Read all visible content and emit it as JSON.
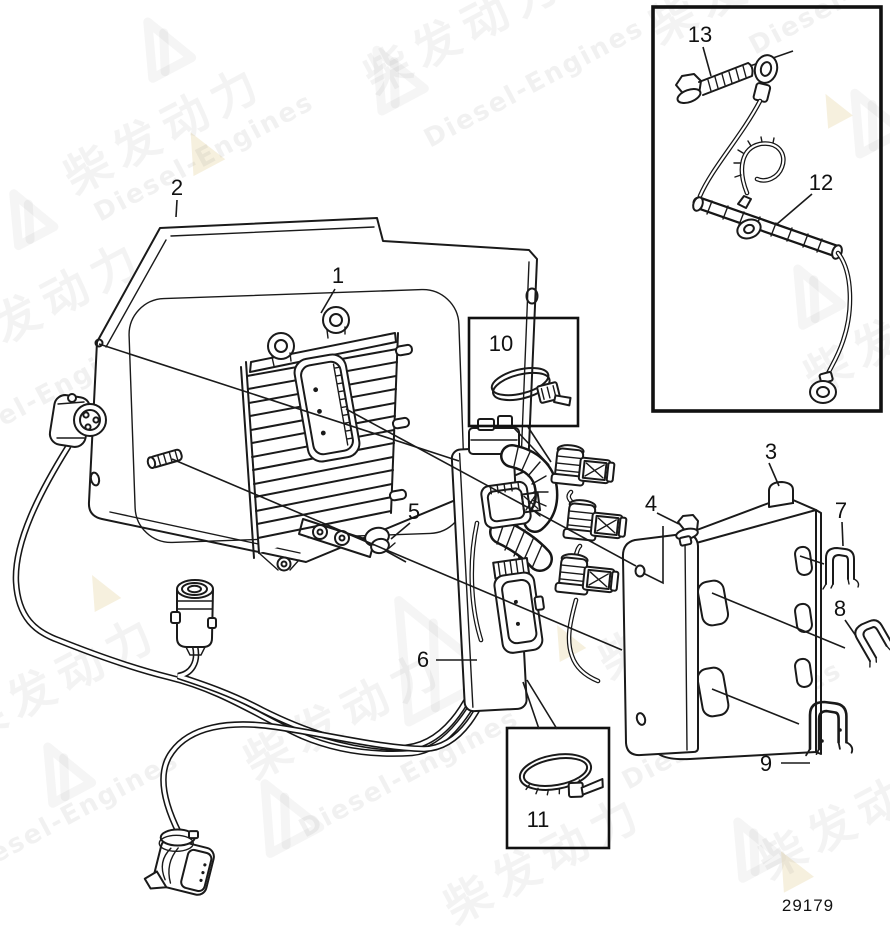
{
  "diagram": {
    "type": "exploded-parts-diagram",
    "subject": "engine control unit with mounting plate, bracket and cable harness",
    "part_number": "29179",
    "callouts": {
      "c1": "1",
      "c2": "2",
      "c3": "3",
      "c4": "4",
      "c5": "5",
      "c6": "6",
      "c7": "7",
      "c8": "8",
      "c9": "9",
      "c10": "10",
      "c11": "11",
      "c12": "12",
      "c13": "13"
    }
  },
  "watermark": {
    "cjk": "柴发动力",
    "latin": "Diesel-Engines"
  },
  "colors": {
    "line": "#1a1a1a",
    "background": "#ffffff",
    "box_border": "#111111",
    "watermark_gray": "#6b6b6b",
    "watermark_cream": "#efe3c2"
  }
}
